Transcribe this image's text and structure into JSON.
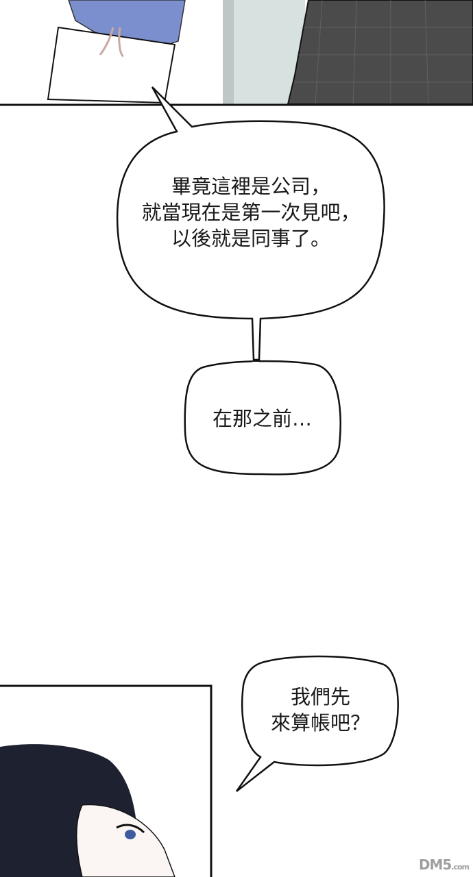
{
  "bubbles": [
    {
      "lines": [
        "畢竟這裡是公司，",
        "就當現在是第一次見吧，",
        "以後就是同事了。"
      ]
    },
    {
      "lines": [
        "在那之前…"
      ]
    },
    {
      "lines": [
        "我們先",
        "來算帳吧？"
      ]
    }
  ],
  "watermark": {
    "main": "DM5",
    "suffix": ".com"
  },
  "colors": {
    "sleeve": "#7b8fce",
    "suit": "#4a4a4a",
    "hair": "#1e2230",
    "window": "#d5e0df"
  }
}
